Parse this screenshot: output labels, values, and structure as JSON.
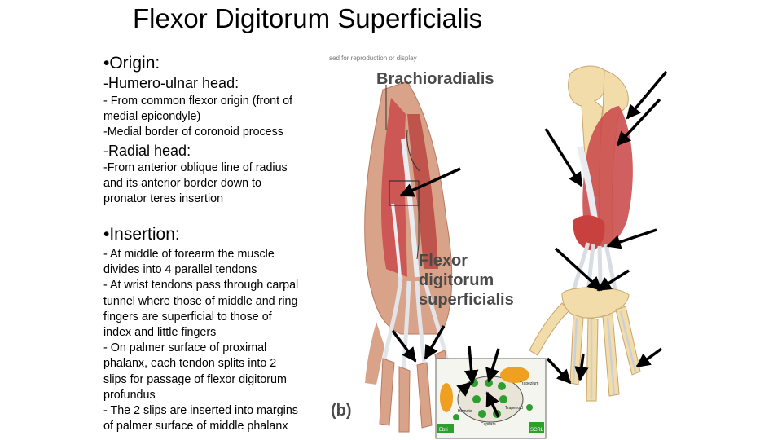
{
  "slide": {
    "title": "Flexor Digitorum Superficialis"
  },
  "origin": {
    "heading": "•Origin:",
    "humero_ulnar_head": "-Humero-ulnar head:",
    "humero_ulnar_lines": [
      "- From common flexor origin (front of",
      "medial epicondyle)",
      "-Medial border of coronoid process"
    ],
    "radial_head": "-Radial head:",
    "radial_lines": [
      "-From anterior oblique line of radius",
      "and its anterior border down to",
      "pronator teres insertion"
    ]
  },
  "insertion": {
    "heading": "•Insertion:",
    "lines": [
      "- At middle of forearm the muscle",
      "divides into 4 parallel tendons",
      "- At wrist tendons pass through carpal",
      "tunnel where those of middle and ring",
      "fingers are superficial to those of",
      "index and little fingers",
      "- On palmer surface of proximal",
      "phalanx, each tendon splits into 2",
      "slips for passage of flexor digitorum",
      "profundus",
      "- The 2 slips are inserted into margins",
      "of palmer surface of middle phalanx"
    ]
  },
  "figure": {
    "top_caption": "sed for reproduction or display",
    "label_brachioradialis": "Brachioradialis",
    "label_fds_line1": "Flexor",
    "label_fds_line2": "digitorum",
    "label_fds_line3": "superficialis",
    "panel_label": "(b)",
    "inset_labels": [
      "Trapezium",
      "Trapezoid",
      "Capitate",
      "Hamate",
      "Ebri",
      "SCRL"
    ]
  },
  "colors": {
    "muscle_red": "#c94a4a",
    "tendon": "#d8dde4",
    "bone": "#f2dcaa",
    "arrow": "#000000",
    "inset_green": "#2e9e2e"
  }
}
